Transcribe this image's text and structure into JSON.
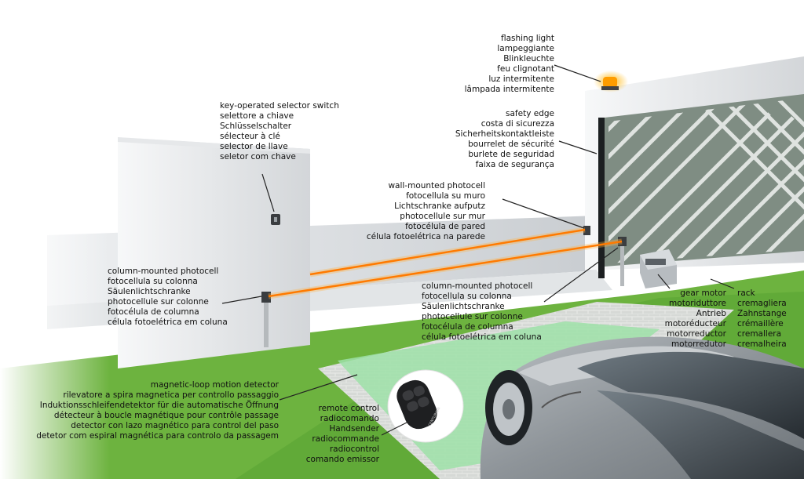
{
  "labels": {
    "flashing_light": [
      "flashing light",
      "lampeggiante",
      "Blinkleuchte",
      "feu clignotant",
      "luz intermitente",
      "lâmpada intermitente"
    ],
    "safety_edge": [
      "safety edge",
      "costa di sicurezza",
      "Sicherheitskontaktleiste",
      "bourrelet de sécurité",
      "burlete de seguridad",
      "faixa de segurança"
    ],
    "key_selector": [
      "key-operated selector switch",
      "selettore a chiave",
      "Schlüsselschalter",
      "sélecteur à clé",
      "selector de llave",
      "seletor com chave"
    ],
    "wall_photocell": [
      "wall-mounted photocell",
      "fotocellula su muro",
      "Lichtschranke aufputz",
      "photocellule sur mur",
      "fotocélula de pared",
      "célula fotoelétrica na parede"
    ],
    "column_photocell_left": [
      "column-mounted photocell",
      "fotocellula su colonna",
      "Säulenlichtschranke",
      "photocellule sur colonne",
      "fotocélula de columna",
      "célula fotoelétrica em coluna"
    ],
    "column_photocell_right": [
      "column-mounted photocell",
      "fotocellula su colonna",
      "Säulenlichtschranke",
      "photocellule sur colonne",
      "fotocélula de columna",
      "célula fotoelétrica em coluna"
    ],
    "gear_motor": [
      "gear motor",
      "motoriduttore",
      "Antrieb",
      "motoréducteur",
      "motorreductor",
      "motorredutor"
    ],
    "rack": [
      "rack",
      "cremagliera",
      "Zahnstange",
      "crémaillère",
      "cremallera",
      "cremalheira"
    ],
    "magnetic_loop": [
      "magnetic-loop motion detector",
      "rilevatore a spira magnetica per controllo passaggio",
      "Induktionsschleifendetektor für die automatische Öffnung",
      "détecteur à boucle magnétique pour contrôle passage",
      "detector con lazo magnético para control del paso",
      "detetor com espiral magnética para controlo da passagem"
    ],
    "remote_control": [
      "remote control",
      "radiocomando",
      "Handsender",
      "radiocommande",
      "radiocontrol",
      "comando emissor"
    ]
  },
  "remote_brand": "CENTURION"
}
